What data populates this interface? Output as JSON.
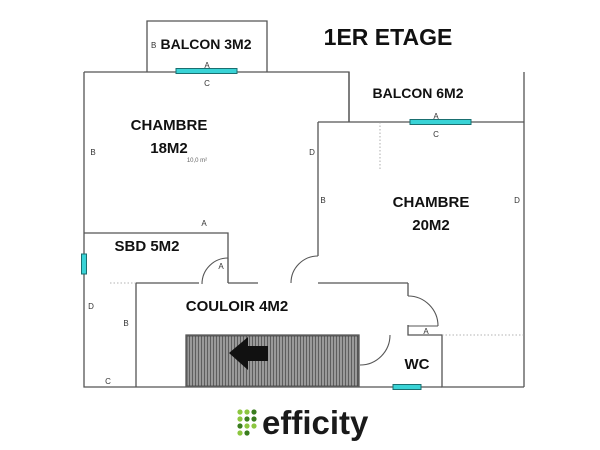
{
  "floor_title": "1ER ETAGE",
  "rooms": {
    "balcon_small": "BALCON 3M2",
    "balcon_large": "BALCON 6M2",
    "chambre_1_name": "CHAMBRE",
    "chambre_1_area": "18M2",
    "chambre_2_name": "CHAMBRE",
    "chambre_2_area": "20M2",
    "sdb": "SBD 5M2",
    "couloir": "COULOIR 4M2",
    "wc": "WC"
  },
  "wall_letters": {
    "balcon_small_b": "B",
    "balcon_small_a": "A",
    "balcon_small_c": "C",
    "ch1_b": "B",
    "ch1_d": "D",
    "ch1_a": "A",
    "ch2_a": "A",
    "ch2_c": "C",
    "ch2_b": "B",
    "ch2_d": "D",
    "sdb_a": "A",
    "sdb_d": "D",
    "sdb_b": "B",
    "sdb_c": "C",
    "wc_a": "A"
  },
  "faint_text": "10,0 m²",
  "logo": {
    "name": "efficity",
    "color": "#8cc63f",
    "dark_color": "#3a7d1e"
  },
  "colors": {
    "wall": "#555555",
    "window": "#39d3d6",
    "stair_fill": "#8a8a8a",
    "arrow": "#111111"
  },
  "icons": {
    "stairs": "stair-arrow-icon",
    "logo_mark": "efficity-dots-icon"
  }
}
